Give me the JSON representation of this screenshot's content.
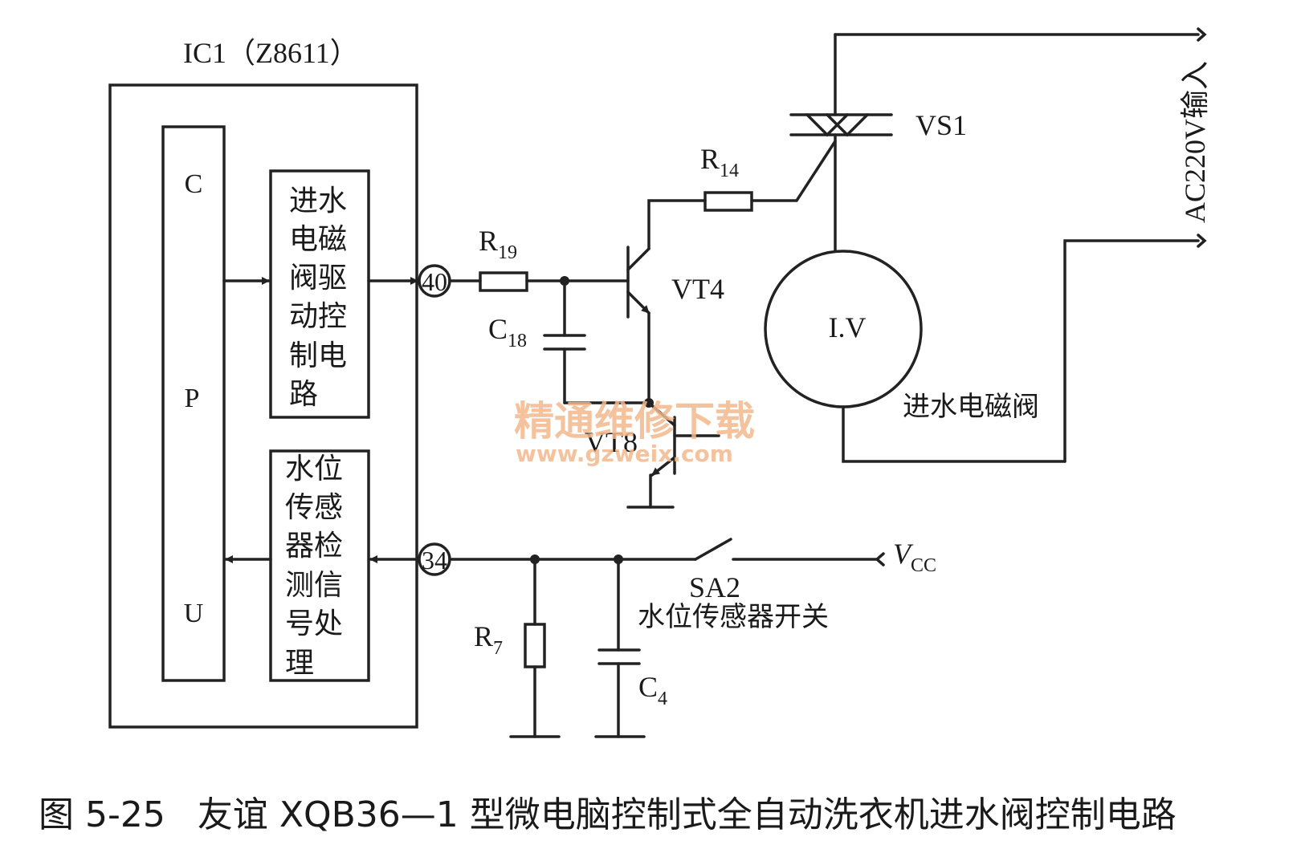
{
  "colors": {
    "line": "#222222",
    "watermark": "#f3b98c",
    "background": "#ffffff"
  },
  "ic": {
    "title": "IC1（Z8611）"
  },
  "cpu": {
    "c": "C",
    "p": "P",
    "u": "U"
  },
  "valve_driver": {
    "lines": [
      "进水",
      "电磁",
      "阀驱",
      "动控",
      "制电",
      "路"
    ]
  },
  "level_processor": {
    "lines": [
      "水位",
      "传感",
      "器检",
      "测信",
      "号处",
      "理"
    ]
  },
  "pins": {
    "p40": "40",
    "p34": "34"
  },
  "labels": {
    "r19": "R",
    "r19_sub": "19",
    "c18": "C",
    "c18_sub": "18",
    "r14": "R",
    "r14_sub": "14",
    "vt4": "VT4",
    "vt8": "VT8",
    "vs1": "VS1",
    "iv": "I.V",
    "valve_name": "进水电磁阀",
    "ac_input": "AC220V输入",
    "r7": "R",
    "r7_sub": "7",
    "c4": "C",
    "c4_sub": "4",
    "sa2": "SA2",
    "sa2_desc": "水位传感器开关",
    "vcc": "V",
    "vcc_sub": "CC"
  },
  "watermark": {
    "cn": "精通维修下载",
    "url": "www.gzweix.com"
  },
  "caption": {
    "number": "图 5-25",
    "text": "友谊 XQB36—1 型微电脑控制式全自动洗衣机进水阀控制电路"
  }
}
